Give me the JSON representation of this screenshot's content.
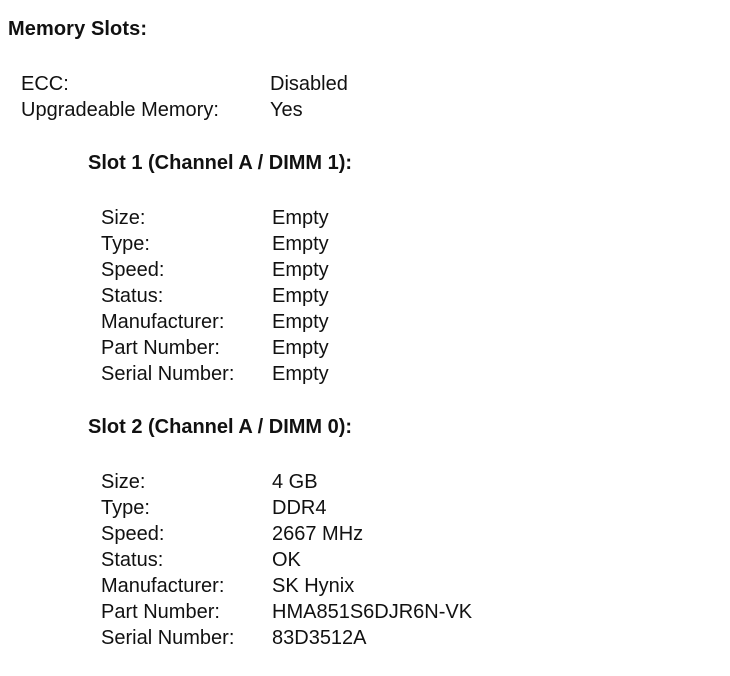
{
  "memory_slots": {
    "title": "Memory Slots:",
    "general": [
      {
        "label": "ECC:",
        "value": "Disabled"
      },
      {
        "label": "Upgradeable Memory:",
        "value": "Yes"
      }
    ],
    "slots": [
      {
        "title": "Slot 1 (Channel A / DIMM 1):",
        "rows": [
          {
            "label": "Size:",
            "value": "Empty"
          },
          {
            "label": "Type:",
            "value": "Empty"
          },
          {
            "label": "Speed:",
            "value": "Empty"
          },
          {
            "label": "Status:",
            "value": "Empty"
          },
          {
            "label": "Manufacturer:",
            "value": "Empty"
          },
          {
            "label": "Part Number:",
            "value": "Empty"
          },
          {
            "label": "Serial Number:",
            "value": "Empty"
          }
        ]
      },
      {
        "title": "Slot 2 (Channel A / DIMM 0):",
        "rows": [
          {
            "label": "Size:",
            "value": "4 GB"
          },
          {
            "label": "Type:",
            "value": "DDR4"
          },
          {
            "label": "Speed:",
            "value": "2667 MHz"
          },
          {
            "label": "Status:",
            "value": "OK"
          },
          {
            "label": "Manufacturer:",
            "value": "SK Hynix"
          },
          {
            "label": "Part Number:",
            "value": "HMA851S6DJR6N-VK"
          },
          {
            "label": "Serial Number:",
            "value": "83D3512A"
          }
        ]
      }
    ]
  }
}
